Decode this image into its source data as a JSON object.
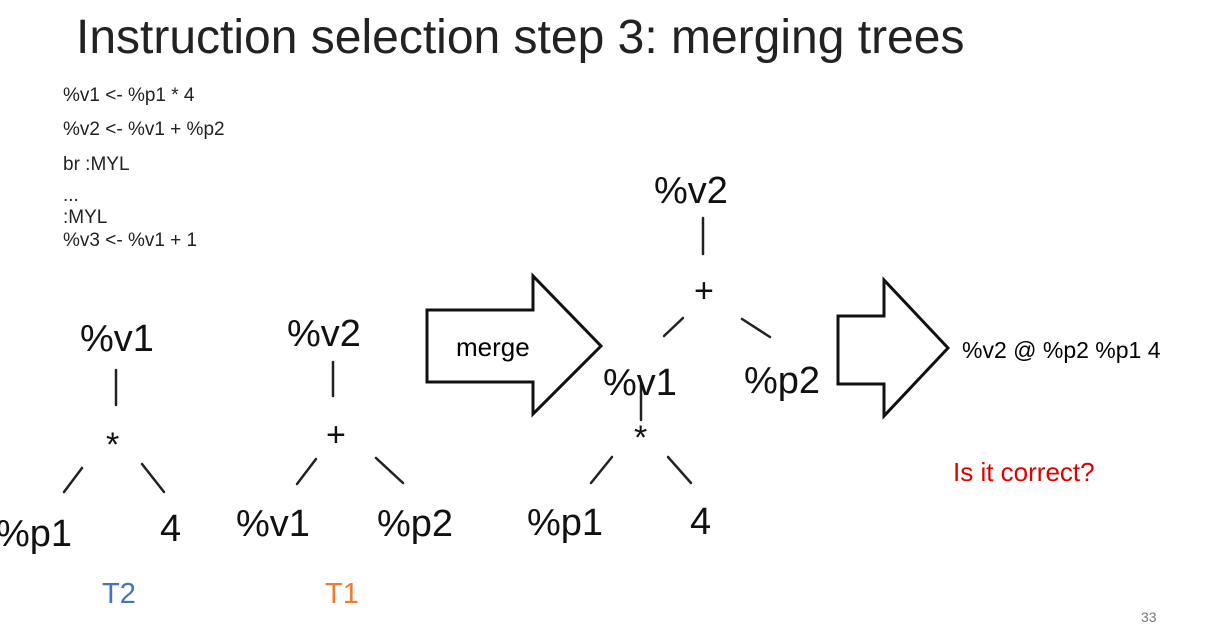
{
  "title": "Instruction selection step 3: merging trees",
  "code_lines": [
    "%v1 <- %p1 * 4",
    "%v2 <- %v1 + %p2",
    "br :MYL",
    "...",
    ":MYL",
    "%v3 <- %v1 + 1"
  ],
  "tree_t2": {
    "root": "%v1",
    "op": "*",
    "left": "%p1",
    "right": "4",
    "label": "T2",
    "label_color": "#4472c4"
  },
  "tree_t1": {
    "root": "%v2",
    "op": "+",
    "left": "%v1",
    "right": "%p2",
    "label": "T1",
    "label_color": "#ed7d31"
  },
  "merge_arrow_label": "merge",
  "merged_tree": {
    "root": "%v2",
    "op": "+",
    "left": "%v1",
    "right": "%p2",
    "sub_op": "*",
    "sub_left": "%p1",
    "sub_right": "4"
  },
  "result_text": "%v2 @ %p2 %p1 4",
  "question": "Is it correct?",
  "question_color": "#e00000",
  "page_number": "33"
}
